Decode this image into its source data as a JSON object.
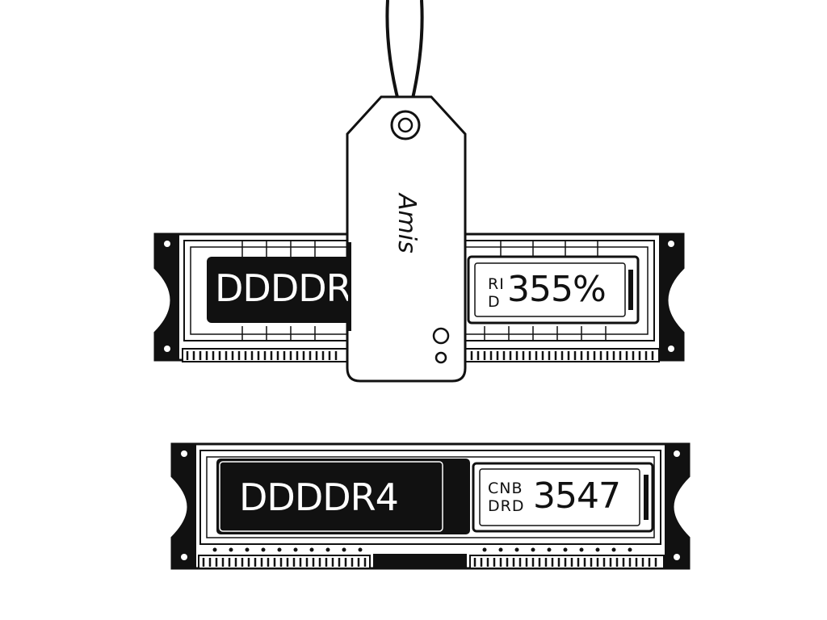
{
  "tag": {
    "text": "Amis"
  },
  "modules": [
    {
      "module_label": "DDDDR",
      "chip_code_small": "RI\nD",
      "chip_code_large": "355%"
    },
    {
      "module_label": "DDDDR4",
      "chip_code_small": "CNB\nDRD",
      "chip_code_large": "3547"
    }
  ],
  "colors": {
    "ink": "#111111",
    "paper": "#ffffff"
  }
}
